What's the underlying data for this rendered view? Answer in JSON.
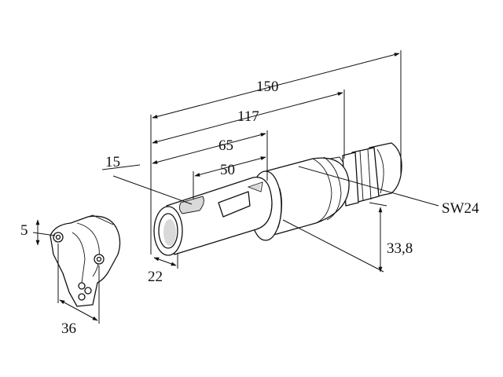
{
  "drawing": {
    "dimensions": {
      "overall_length": "150",
      "housing_length": "117",
      "sleeve_length": "65",
      "slot_length": "50",
      "slot_offset": "15",
      "tube_diameter": "22",
      "height": "33,8",
      "wrench_size": "SW24",
      "clamp_thickness": "5",
      "clamp_width": "36"
    }
  }
}
